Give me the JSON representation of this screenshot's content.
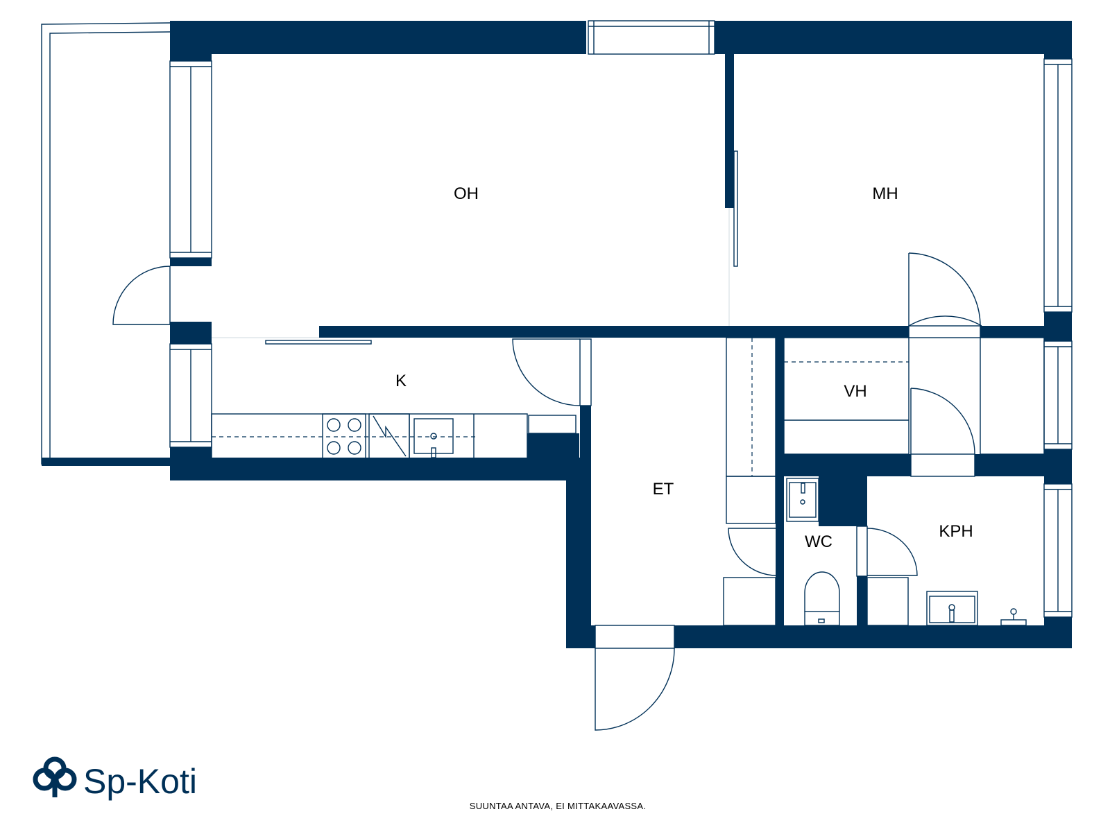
{
  "brand": {
    "name": "Sp-Koti",
    "color": "#003057",
    "icon": "tree-logo-icon"
  },
  "rooms": {
    "oh": "OH",
    "mh": "MH",
    "k": "K",
    "vh": "VH",
    "et": "ET",
    "wc": "WC",
    "kph": "KPH"
  },
  "footnote": "SUUNTAA ANTAVA, EI MITTAKAAVASSA."
}
